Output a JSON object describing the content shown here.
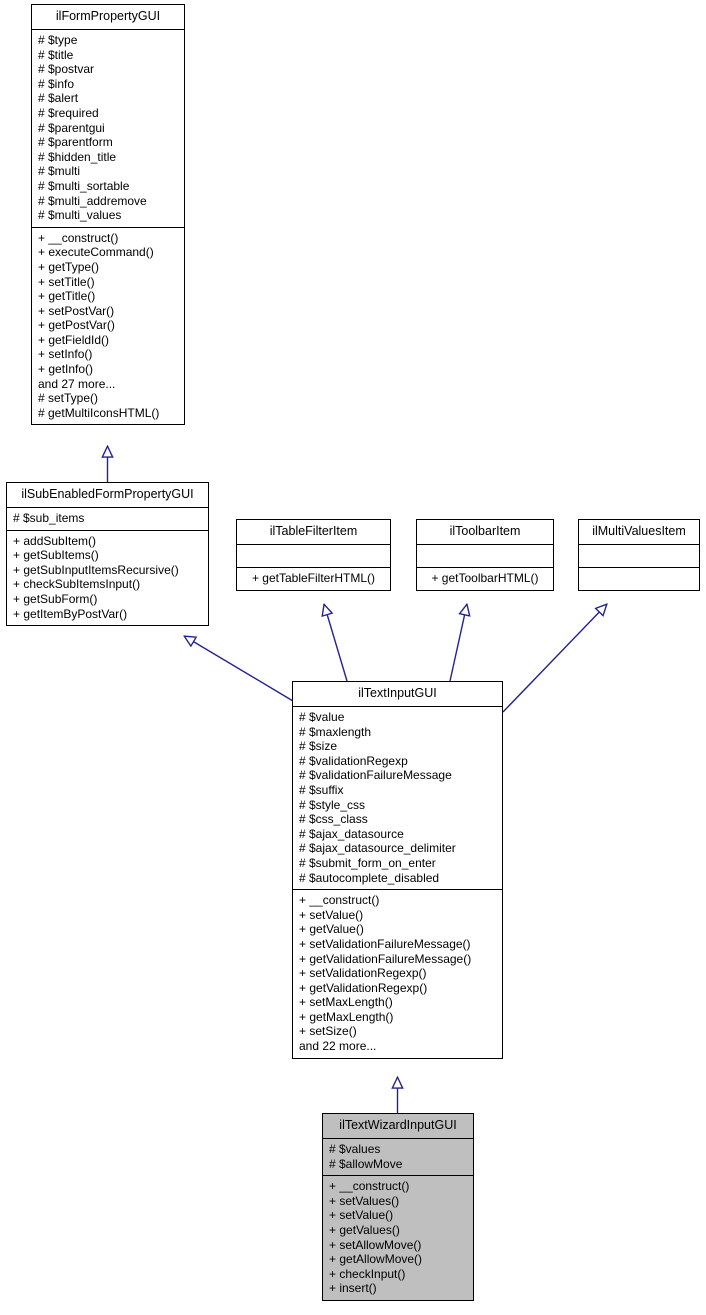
{
  "diagram": {
    "type": "uml-class-inheritance-diagram",
    "title": "ilTextWizardInputGUI class hierarchy",
    "colors": {
      "background": "#ffffff",
      "box_border": "#000000",
      "box_fill": "#ffffff",
      "highlight_fill": "#bfbfbf",
      "edge": "#23238e",
      "text": "#000000"
    },
    "classes": [
      {
        "id": "ilFormPropertyGUI",
        "name": "ilFormPropertyGUI",
        "highlighted": false,
        "attributes": [
          "# $type",
          "# $title",
          "# $postvar",
          "# $info",
          "# $alert",
          "# $required",
          "# $parentgui",
          "# $parentform",
          "# $hidden_title",
          "# $multi",
          "# $multi_sortable",
          "# $multi_addremove",
          "# $multi_values"
        ],
        "operations": [
          "+ __construct()",
          "+ executeCommand()",
          "+ getType()",
          "+ setTitle()",
          "+ getTitle()",
          "+ setPostVar()",
          "+ getPostVar()",
          "+ getFieldId()",
          "+ setInfo()",
          "+ getInfo()",
          "and 27 more...",
          "# setType()",
          "# getMultiIconsHTML()"
        ]
      },
      {
        "id": "ilSubEnabledFormPropertyGUI",
        "name": "ilSubEnabledFormPropertyGUI",
        "highlighted": false,
        "attributes": [
          "# $sub_items"
        ],
        "operations": [
          "+ addSubItem()",
          "+ getSubItems()",
          "+ getSubInputItemsRecursive()",
          "+ checkSubItemsInput()",
          "+ getSubForm()",
          "+ getItemByPostVar()"
        ]
      },
      {
        "id": "ilTableFilterItem",
        "name": "ilTableFilterItem",
        "highlighted": false,
        "attributes": [],
        "operations": [
          "+ getTableFilterHTML()"
        ]
      },
      {
        "id": "ilToolbarItem",
        "name": "ilToolbarItem",
        "highlighted": false,
        "attributes": [],
        "operations": [
          "+ getToolbarHTML()"
        ]
      },
      {
        "id": "ilMultiValuesItem",
        "name": "ilMultiValuesItem",
        "highlighted": false,
        "attributes": [],
        "operations": []
      },
      {
        "id": "ilTextInputGUI",
        "name": "ilTextInputGUI",
        "highlighted": false,
        "attributes": [
          "# $value",
          "# $maxlength",
          "# $size",
          "# $validationRegexp",
          "# $validationFailureMessage",
          "# $suffix",
          "# $style_css",
          "# $css_class",
          "# $ajax_datasource",
          "# $ajax_datasource_delimiter",
          "# $submit_form_on_enter",
          "# $autocomplete_disabled"
        ],
        "operations": [
          "+ __construct()",
          "+ setValue()",
          "+ getValue()",
          "+ setValidationFailureMessage()",
          "+ getValidationFailureMessage()",
          "+ setValidationRegexp()",
          "+ getValidationRegexp()",
          "+ setMaxLength()",
          "+ getMaxLength()",
          "+ setSize()",
          "and 22 more..."
        ]
      },
      {
        "id": "ilTextWizardInputGUI",
        "name": "ilTextWizardInputGUI",
        "highlighted": true,
        "attributes": [
          "# $values",
          "# $allowMove"
        ],
        "operations": [
          "+ __construct()",
          "+ setValues()",
          "+ setValue()",
          "+ getValues()",
          "+ setAllowMove()",
          "+ getAllowMove()",
          "+ checkInput()",
          "+ insert()"
        ]
      }
    ],
    "edges": [
      {
        "from": "ilSubEnabledFormPropertyGUI",
        "to": "ilFormPropertyGUI",
        "kind": "generalization"
      },
      {
        "from": "ilTextInputGUI",
        "to": "ilSubEnabledFormPropertyGUI",
        "kind": "generalization"
      },
      {
        "from": "ilTextInputGUI",
        "to": "ilTableFilterItem",
        "kind": "generalization"
      },
      {
        "from": "ilTextInputGUI",
        "to": "ilToolbarItem",
        "kind": "generalization"
      },
      {
        "from": "ilTextInputGUI",
        "to": "ilMultiValuesItem",
        "kind": "generalization"
      },
      {
        "from": "ilTextWizardInputGUI",
        "to": "ilTextInputGUI",
        "kind": "generalization"
      }
    ]
  }
}
